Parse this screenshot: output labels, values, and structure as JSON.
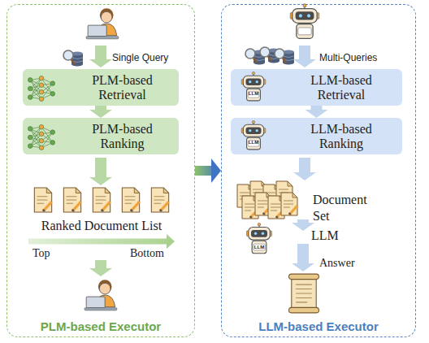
{
  "diagram": {
    "nodes": [
      {
        "text": [
          "PLM-based Executor"
        ]
      },
      {
        "text": [
          "PLM-based Retrieval"
        ],
        "in": 0
      },
      {
        "text": [
          "PLM-based Ranking"
        ],
        "in": 0
      },
      {
        "text": [
          "LLM-based Executor"
        ]
      },
      {
        "text": [
          "LLM-based Retrieval"
        ],
        "in": 3
      },
      {
        "text": [
          "LLM-based Ranking"
        ],
        "in": 3
      }
    ],
    "edges": [
      {
        "from": 1,
        "to": 2,
        "arrow": "to"
      },
      {
        "from": 0,
        "to": 3,
        "arrow": "to"
      },
      {
        "from": 4,
        "to": 5,
        "arrow": "to"
      }
    ],
    "labels": [
      "Single Query",
      "Ranked Document List",
      "Top",
      "Bottom",
      "Multi-Queries",
      "LLM",
      "LLM",
      "Document Set",
      "LLM",
      "LLM",
      "Answer"
    ]
  }
}
